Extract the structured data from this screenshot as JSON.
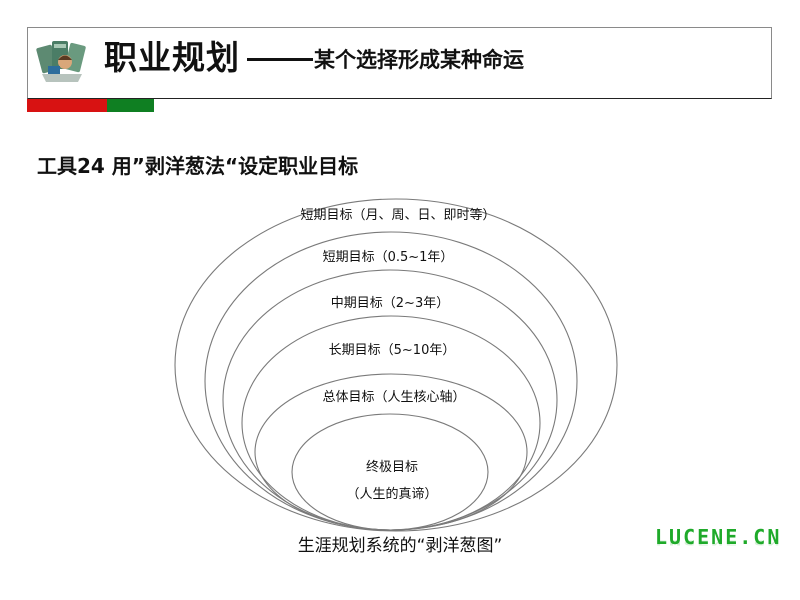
{
  "header": {
    "title_main": "职业规划",
    "title_subtitle": "某个选择形成某种命运",
    "accent_colors": {
      "red": "#d81212",
      "green": "#0f7f22"
    },
    "logo_icon": "career-illustration-icon"
  },
  "section": {
    "title": "工具24  用”剥洋葱法“设定职业目标"
  },
  "diagram": {
    "type": "nested-ellipses",
    "layers": [
      {
        "label": "短期目标（月、周、日、即时等）"
      },
      {
        "label": "短期目标（0.5~1年）"
      },
      {
        "label": "中期目标（2~3年）"
      },
      {
        "label": "长期目标（5~10年）"
      },
      {
        "label": "总体目标（人生核心轴）"
      },
      {
        "label": "终极目标",
        "sublabel": "（人生的真谛）"
      }
    ],
    "caption": "生涯规划系统的“剥洋葱图”"
  },
  "watermark": {
    "text": "LUCENE.CN",
    "color": "#1faa2a"
  }
}
